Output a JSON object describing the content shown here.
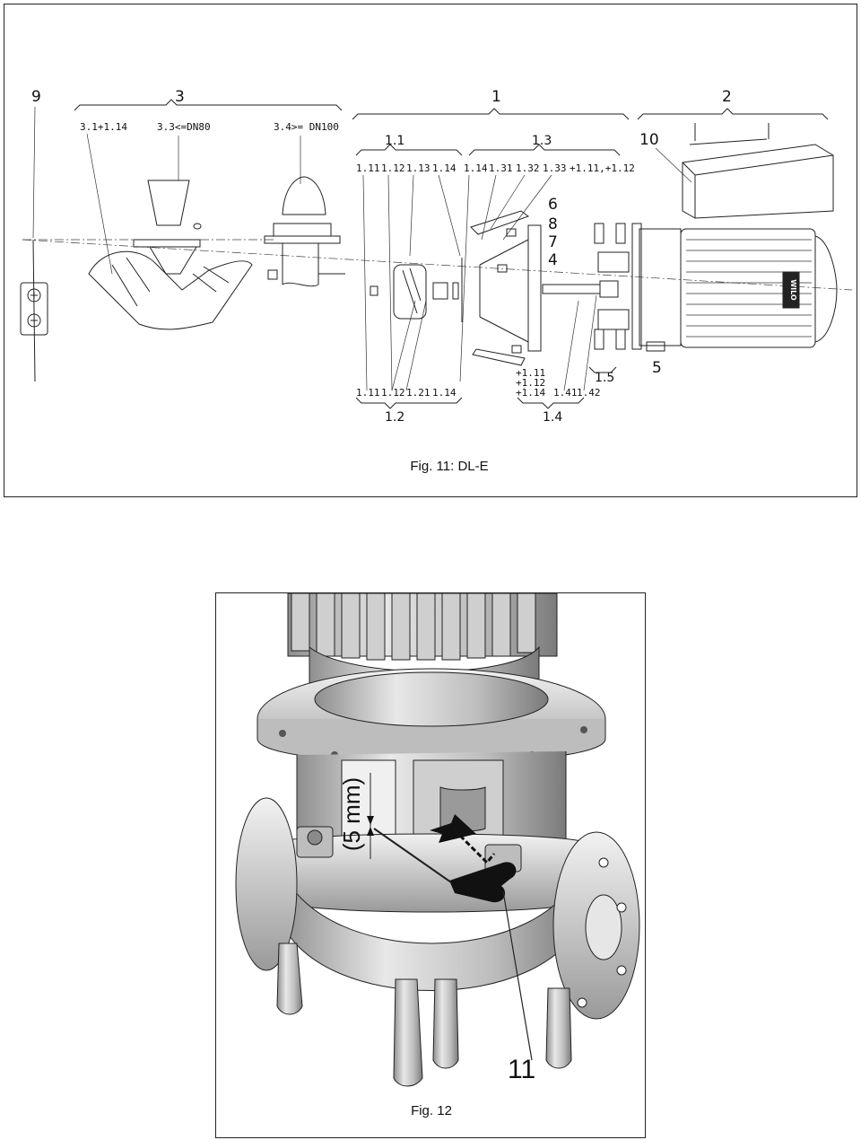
{
  "fig11": {
    "caption": "Fig. 11: DL-E",
    "top_labels": [
      "9",
      "3",
      "1",
      "2"
    ],
    "sub_labels": [
      "3.1+1.14",
      "3.3<=DN80",
      "3.4>= DN100",
      "1.1",
      "1.3",
      "10"
    ],
    "part_row_top": [
      "1.11",
      "1.12",
      "1.13",
      "1.14",
      "1.14",
      "1.31",
      "1.32",
      "1.33",
      "+1.11,+1.12"
    ],
    "side_labels": [
      "6",
      "8",
      "7",
      "4"
    ],
    "bottom_row": [
      "1.11",
      "1.12",
      "1.21",
      "1.14",
      "+1.11",
      "+1.12",
      "+1.14",
      "1.41",
      "1.42",
      "1.5",
      "5"
    ],
    "group_labels": [
      "1.2",
      "1.4"
    ],
    "brand": "WILO"
  },
  "fig12": {
    "caption": "Fig. 12",
    "part_number": "11",
    "dimension": "(5 mm)"
  }
}
